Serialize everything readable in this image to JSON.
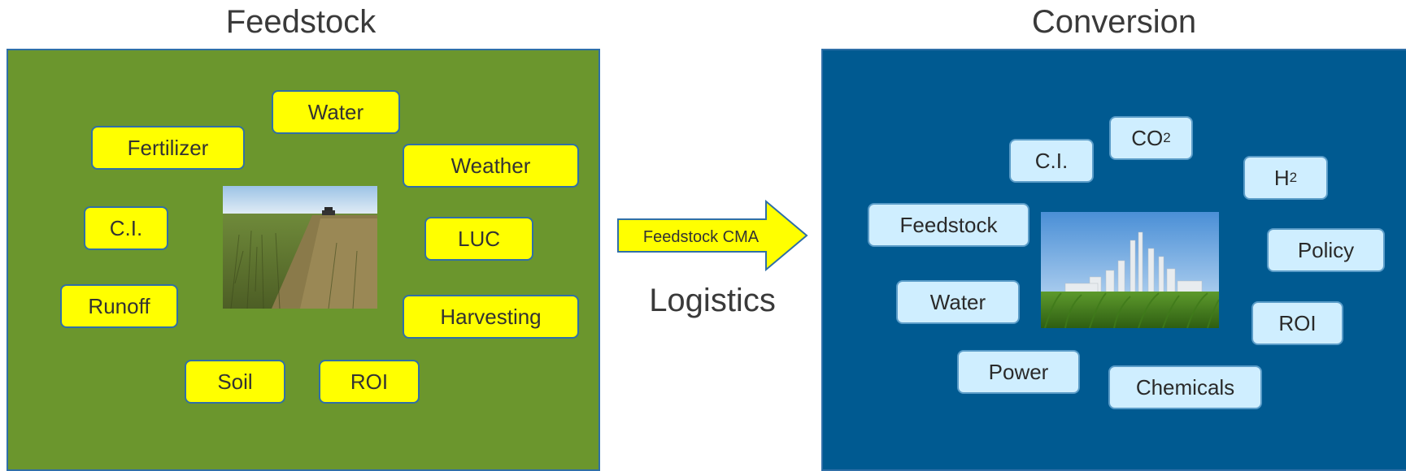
{
  "left_title": "Feedstock",
  "right_title": "Conversion",
  "arrow_label": "Feedstock CMA",
  "center_label": "Logistics",
  "colors": {
    "feedstock_panel": "#6b962d",
    "conversion_panel": "#005a91",
    "feedstock_tag": "#ffff00",
    "conversion_tag": "#cfeeff",
    "arrow": "#ffff00"
  },
  "feedstock_tags": {
    "water": "Water",
    "fertilizer": "Fertilizer",
    "weather": "Weather",
    "ci": "C.I.",
    "luc": "LUC",
    "runoff": "Runoff",
    "harvesting": "Harvesting",
    "soil": "Soil",
    "roi": "ROI"
  },
  "conversion_tags": {
    "co2": "CO",
    "co2_sub": "2",
    "ci": "C.I.",
    "h2": "H",
    "h2_sub": "2",
    "feedstock": "Feedstock",
    "policy": "Policy",
    "water": "Water",
    "roi": "ROI",
    "power": "Power",
    "chemicals": "Chemicals"
  },
  "images": {
    "field_photo": "field-with-tractor-photo",
    "refinery_photo": "biorefinery-in-cornfield-photo"
  }
}
